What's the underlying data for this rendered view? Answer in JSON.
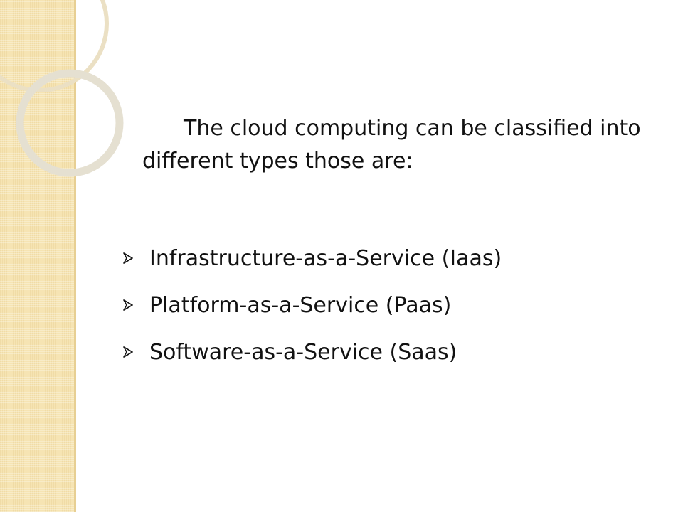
{
  "slide": {
    "intro": "The cloud computing can be classified into different types those are:",
    "bullets": [
      {
        "label": "Infrastructure-as-a-Service (Iaas)",
        "icon": "arrow-bullet-icon"
      },
      {
        "label": "Platform-as-a-Service (Paas)",
        "icon": "arrow-bullet-icon"
      },
      {
        "label": "Software-as-a-Service (Saas)",
        "icon": "arrow-bullet-icon"
      }
    ]
  },
  "theme": {
    "band_color": "#f6e4b3",
    "ring_color": "#ece2c6",
    "text_color": "#111111",
    "bullet_color": "#111111"
  }
}
